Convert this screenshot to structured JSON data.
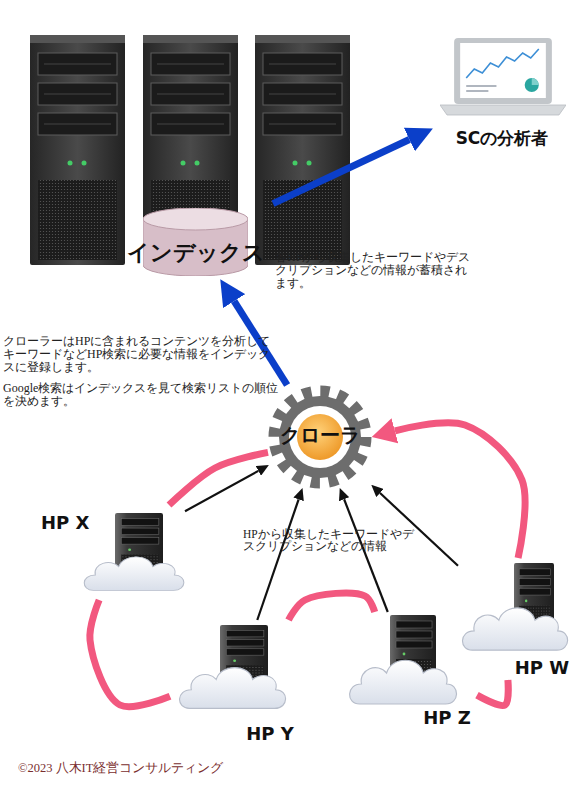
{
  "diagram": {
    "nodes": [
      {
        "text": [
          "インデックス"
        ]
      },
      {
        "text": [
          "SCの分析者"
        ]
      },
      {
        "text": [
          "クローラ"
        ]
      },
      {
        "text": [
          "HP X"
        ]
      },
      {
        "text": [
          "HP Y"
        ]
      },
      {
        "text": [
          "HP Z"
        ]
      },
      {
        "text": [
          "HP W"
        ]
      }
    ],
    "edges": [
      {
        "from": 0,
        "to": 1,
        "arrow": "to"
      },
      {
        "from": 2,
        "to": 0,
        "arrow": "to"
      },
      {
        "from": 3,
        "to": 2,
        "arrow": "to"
      },
      {
        "from": 4,
        "to": 2,
        "arrow": "to"
      },
      {
        "from": 5,
        "to": 2,
        "arrow": "to"
      },
      {
        "from": 6,
        "to": 2,
        "arrow": "to"
      },
      {
        "from": 2,
        "to": 3,
        "arrow": "none"
      },
      {
        "from": 3,
        "to": 4,
        "arrow": "none"
      },
      {
        "from": 4,
        "to": 5,
        "arrow": "none"
      },
      {
        "from": 5,
        "to": 6,
        "arrow": "none"
      },
      {
        "from": 6,
        "to": 2,
        "arrow": "to"
      }
    ],
    "labels": [
      "各HPから収集したキーワードやデスクリプションなどの情報が蓄積されます。",
      "クローラーはHPに含まれるコンテンツを分析してキーワードなどHP検索に必要な情報をインデックスに登録します。",
      "Google検索はインデックスを見て検索リストの順位を決めます。",
      "HPから収集したキーワードやデスクリプションなどの情報",
      "©2023 八木IT経営コンサルティング"
    ]
  }
}
